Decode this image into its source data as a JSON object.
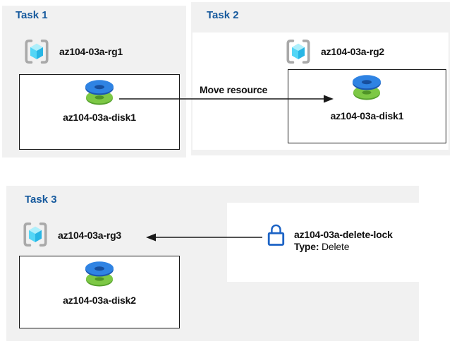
{
  "page": {
    "background": "#ffffff"
  },
  "colors": {
    "panel_gray": "#f1f1f1",
    "title_blue": "#15599d",
    "box_border": "#1a1a1a",
    "arrow_black": "#1a1a1a",
    "bracket_gray": "#a9a9a9",
    "cube_top": "#aeeffb",
    "cube_left": "#54d6f6",
    "cube_right": "#28b6e5",
    "disk_blue": "#2f83e3",
    "disk_blue_dark": "#1b57b0",
    "disk_green": "#7dc845",
    "disk_green_dark": "#55a02c",
    "lock_blue": "#1c63c5"
  },
  "tasks": [
    {
      "title": "Task 1",
      "resource_group": "az104-03a-rg1",
      "disk": "az104-03a-disk1"
    },
    {
      "title": "Task 2",
      "resource_group": "az104-03a-rg2",
      "disk": "az104-03a-disk1"
    },
    {
      "title": "Task 3",
      "resource_group": "az104-03a-rg3",
      "disk": "az104-03a-disk2"
    }
  ],
  "arrows": {
    "move_label": "Move resource"
  },
  "lock": {
    "name": "az104-03a-delete-lock",
    "type_label": "Type:",
    "type_value": "Delete"
  }
}
